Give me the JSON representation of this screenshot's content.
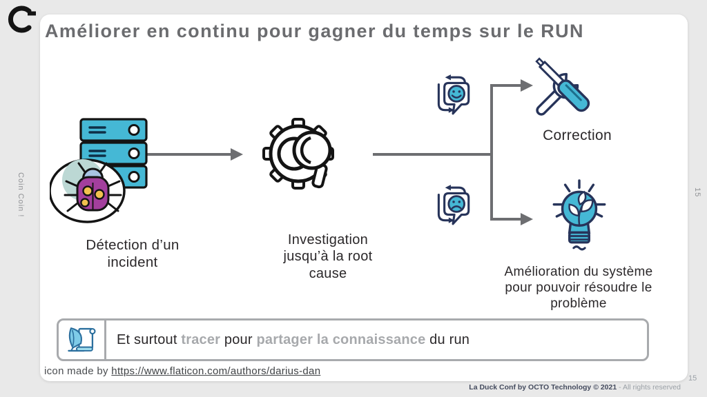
{
  "slide": {
    "title": "Améliorer en continu pour gagner du temps sur le RUN",
    "sidebar_vertical_label": "Coin Coin !",
    "right_vertical_page": "15"
  },
  "diagram": {
    "detection_label": "Détection d’un incident",
    "investigation_label": "Investigation jusqu’à la root cause",
    "correction_label": "Correction",
    "amelioration_label": "Amélioration du système pour pouvoir résoudre le problème"
  },
  "callout": {
    "seg1": "Et surtout ",
    "seg2": "tracer",
    "seg3": " pour ",
    "seg4": "partager la connaissance",
    "seg5": " du run"
  },
  "credit": {
    "prefix": "icon made by ",
    "link_text": "https://www.flaticon.com/authors/darius-dan",
    "link_href": "https://www.flaticon.com/authors/darius-dan"
  },
  "footer": {
    "brand": "La Duck Conf by OCTO Technology",
    "copyright": "© 2021",
    "rights": "- All rights reserved",
    "page_number": "15"
  },
  "colors": {
    "teal": "#45b8d5",
    "navy": "#27345a",
    "purple": "#a33f9d",
    "line_gray": "#6d6e71",
    "muted_gray": "#a7a9ac",
    "title_gray": "#6b6c6f"
  }
}
